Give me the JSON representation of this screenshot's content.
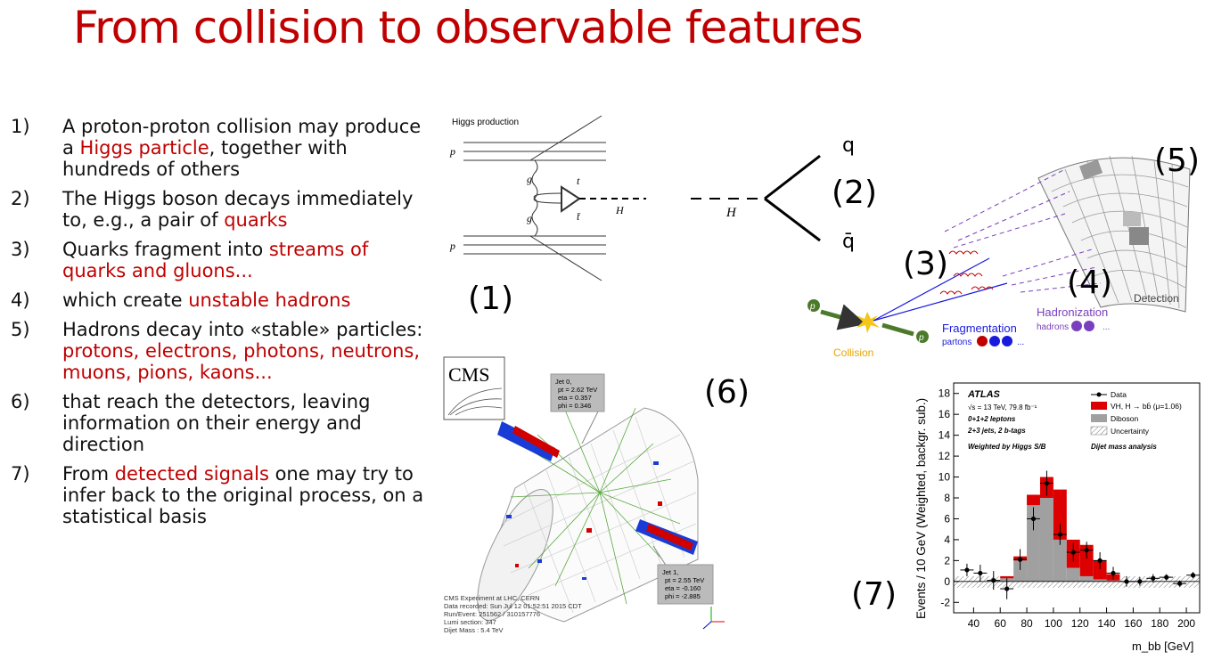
{
  "title": "From collision to observable features",
  "steps": [
    {
      "num": "1)",
      "parts": [
        {
          "t": "A proton-proton collision may produce a "
        },
        {
          "t": "Higgs particle",
          "red": true
        },
        {
          "t": ", together with hundreds of others"
        }
      ]
    },
    {
      "num": "2)",
      "parts": [
        {
          "t": "The Higgs boson decays immediately to, e.g., a pair of "
        },
        {
          "t": "quarks",
          "red": true
        }
      ]
    },
    {
      "num": "3)",
      "parts": [
        {
          "t": "Quarks fragment into "
        },
        {
          "t": "streams of quarks and gluons...",
          "red": true
        }
      ]
    },
    {
      "num": "4)",
      "parts": [
        {
          "t": "which create "
        },
        {
          "t": "unstable hadrons",
          "red": true
        }
      ]
    },
    {
      "num": "5)",
      "parts": [
        {
          "t": "Hadrons decay into «stable» particles: "
        },
        {
          "t": "protons, electrons, photons, neutrons, muons, pions, kaons...",
          "red": true
        }
      ]
    },
    {
      "num": "6)",
      "parts": [
        {
          "t": "that reach the detectors, leaving information on their energy and direction"
        }
      ]
    },
    {
      "num": "7)",
      "parts": [
        {
          "t": "From "
        },
        {
          "t": "detected signals",
          "red": true
        },
        {
          "t": " one may try to infer back to the original process, on a statistical basis"
        }
      ]
    }
  ],
  "labels": {
    "l1": "(1)",
    "l2": "(2)",
    "l3": "(3)",
    "l4": "(4)",
    "l5": "(5)",
    "l6": "(6)",
    "l7": "(7)"
  },
  "feynman": {
    "caption": "Higgs production",
    "p": "p",
    "g": "g",
    "t": "t",
    "tbar": "t̄",
    "H": "H"
  },
  "decay": {
    "H": "H",
    "q": "q",
    "qbar": "q̄"
  },
  "cascade": {
    "p": "p",
    "collision": "Collision",
    "fragmentation": "Fragmentation",
    "partons": "partons",
    "hadronization": "Hadronization",
    "hadrons": "hadrons",
    "detection": "Detection",
    "ellipsis": "..."
  },
  "cms": {
    "logo": "CMS",
    "jet0": [
      "Jet 0,",
      "pt = 2.62 TeV",
      "eta = 0.357",
      "phi = 0.346"
    ],
    "jet1": [
      "Jet 1,",
      "pt = 2.55 TeV",
      "eta = -0.160",
      "phi = -2.885"
    ],
    "info": [
      "CMS Experiment at LHC, CERN",
      "Data recorded: Sun Jul 12 01:52:51 2015 CDT",
      "Run/Event: 251562 / 310157776",
      "Lumi section: 347",
      "Dijet Mass : 5.4 TeV"
    ]
  },
  "chart_data": {
    "type": "bar",
    "xlabel": "m_bb [GeV]",
    "ylabel": "Events / 10 GeV (Weighted, backgr. sub.)",
    "xlim": [
      25,
      210
    ],
    "ylim": [
      -3,
      19
    ],
    "xticks": [
      40,
      60,
      80,
      100,
      120,
      140,
      160,
      180,
      200
    ],
    "yticks": [
      -2,
      0,
      2,
      4,
      6,
      8,
      10,
      12,
      14,
      16,
      18
    ],
    "annotations": [
      "ATLAS",
      "√s = 13 TeV, 79.8 fb⁻¹",
      "0+1+2 leptons",
      "2+3 jets, 2 b-tags",
      "Weighted by Higgs S/B",
      "Dijet mass analysis"
    ],
    "legend": [
      {
        "name": "Data",
        "symbol": "marker"
      },
      {
        "name": "VH, H → bb̄ (μ=1.06)",
        "color": "#dd0000"
      },
      {
        "name": "Diboson",
        "color": "#a0a0a0"
      },
      {
        "name": "Uncertainty",
        "color": "hatched"
      }
    ],
    "bin_edges": [
      60,
      70,
      80,
      90,
      100,
      110,
      120,
      130,
      140,
      150
    ],
    "series": [
      {
        "name": "Diboson",
        "color": "#a0a0a0",
        "values": [
          0.3,
          2.0,
          7.3,
          8.0,
          4.0,
          1.3,
          0.5,
          0.2,
          0.1
        ]
      },
      {
        "name": "VH, H → bb̄ (μ=1.06)",
        "color": "#dd0000",
        "values": [
          0.2,
          0.4,
          1.0,
          2.0,
          4.8,
          2.7,
          3.0,
          1.8,
          0.6
        ]
      }
    ],
    "data_points": {
      "name": "Data",
      "x": [
        35,
        45,
        55,
        65,
        75,
        85,
        95,
        105,
        115,
        125,
        135,
        145,
        155,
        165,
        175,
        185,
        195,
        205
      ],
      "y": [
        1.1,
        0.8,
        0.1,
        -0.7,
        2.1,
        6.0,
        9.4,
        4.5,
        2.8,
        3.0,
        2.0,
        0.8,
        0.0,
        0.0,
        0.3,
        0.4,
        -0.2,
        0.6
      ],
      "err": [
        0.6,
        0.8,
        0.9,
        1.0,
        1.0,
        1.1,
        1.2,
        1.0,
        0.9,
        0.8,
        0.8,
        0.6,
        0.5,
        0.4,
        0.4,
        0.3,
        0.3,
        0.3
      ]
    }
  }
}
